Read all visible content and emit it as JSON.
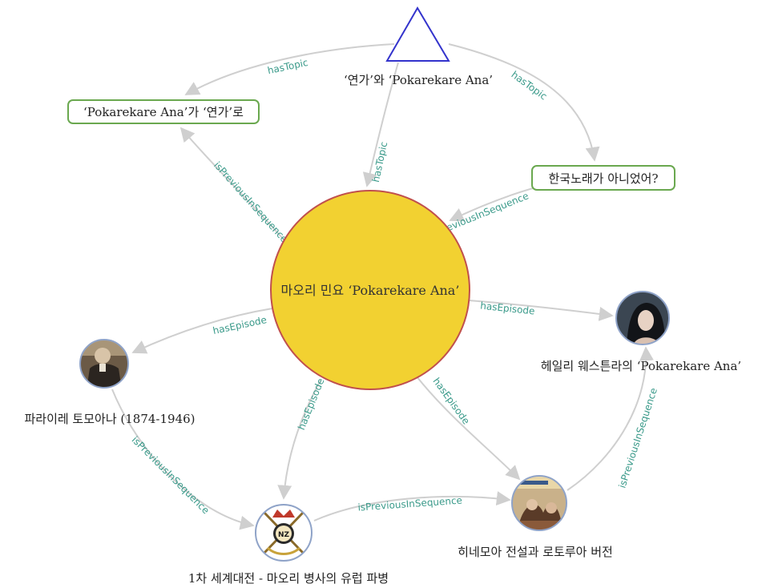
{
  "colors": {
    "center_fill": "#f2d131",
    "center_stroke": "#c0504d",
    "topic_box_stroke": "#6aa84f",
    "triangle_stroke": "#3333cc",
    "edge": "#cfcfcf",
    "edge_label": "#3a9a8a",
    "photo_ring": "#8fa3c8"
  },
  "nodes": {
    "center": "마오리 민요 ‘Pokarekare Ana’",
    "triangle": "‘연가’와 ‘Pokarekare Ana’",
    "topic_left": "‘Pokarekare Ana’가 ‘연가’로",
    "topic_right": "한국노래가 아니었어?",
    "person_left": "파라이레 토모아나 (1874-1946)",
    "person_right": "헤일리 웨스튼라의 ‘Pokarekare Ana’",
    "episode_bottom_left": "1차 세계대전 - 마오리 병사의 유럽 파병",
    "episode_bottom_right": "히네모아 전설과 로토루아 버전"
  },
  "edges": {
    "has_topic_left": "hasTopic",
    "has_topic_center": "hasTopic",
    "has_topic_right": "hasTopic",
    "prev_left_topic": "isPreviousInSequence",
    "prev_right_topic": "isPreviousInSequence",
    "has_episode_left": "hasEpisode",
    "has_episode_right": "hasEpisode",
    "has_episode_bottom_left": "hasEpisode",
    "has_episode_bottom_right": "hasEpisode",
    "prev_person_to_ww1": "isPreviousInSequence",
    "prev_ww1_to_hinemoa": "isPreviousInSequence",
    "prev_hinemoa_to_hayley": "isPreviousInSequence"
  },
  "icons": {
    "person_left": "portrait-photo-icon",
    "person_right": "portrait-photo-icon",
    "episode_bottom_left": "nz-military-badge-icon",
    "episode_bottom_right": "film-poster-icon"
  },
  "badge_text": "NZ"
}
